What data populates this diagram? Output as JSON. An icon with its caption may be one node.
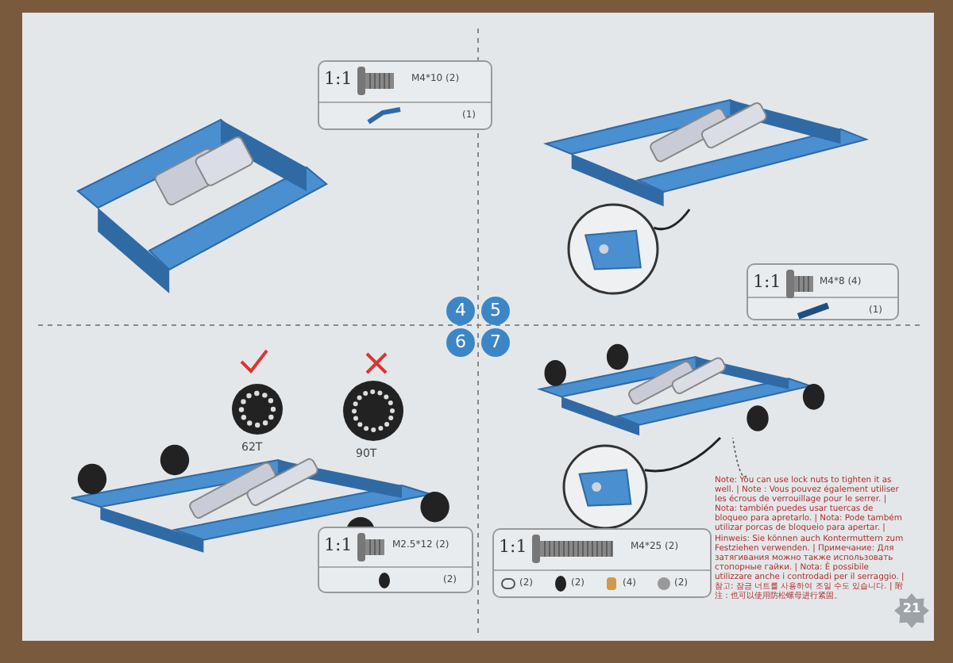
{
  "diagram": {
    "nodes": [
      {
        "text": [
          "1:1",
          "M4*10 (2)",
          "(1)"
        ]
      },
      {
        "text": [],
        "shape": "picture"
      },
      {
        "text": [],
        "shape": "picture"
      },
      {
        "text": [
          "1:1",
          "M4*8 (4)",
          "(1)"
        ]
      },
      {
        "text": [
          "4"
        ]
      },
      {
        "text": [
          "5"
        ]
      },
      {
        "text": [
          "6"
        ]
      },
      {
        "text": [
          "7"
        ]
      },
      {
        "text": [
          "1:1",
          "M2.5*12 (2)",
          "(2)"
        ]
      },
      {
        "text": [],
        "shape": "picture"
      },
      {
        "text": [],
        "shape": "picture"
      },
      {
        "text": [
          "1:1",
          "M4*25 (2)",
          "(2)",
          "(2)",
          "(4)",
          "(2)"
        ]
      },
      {
        "text": [
          "Note: You can use lock nuts to tighten it as well. | Note : Vous pouvez également utiliser les écrous de verrouillage pour le serrer. | Nota: también puedes usar tuercas de bloqueo para apretarlo. | Nota: Pode também utilizar porcas de bloqueio para apertar. | Hinweis: Sie können auch Kontermuttern zum Festziehen verwenden. | Примечание: Для затягивания можно также использовать стопорные гайки. | Nota: È possibile utilizzare anche i controdadi per il serraggio. | 참고: 잠금 너트를 사용하여 조일 수도 있습니다. | 附注：也可以使用防松螺母进行紧固。"
        ]
      },
      {
        "text": [
          "21"
        ]
      }
    ],
    "edges": [
      {
        "from": 2,
        "to": 1,
        "arrow": "none"
      },
      {
        "from": 10,
        "to": 9,
        "arrow": "none"
      },
      {
        "from": 12,
        "to": 9,
        "arrow": "none",
        "style": "dashed"
      }
    ],
    "labels": [
      "62T",
      "90T"
    ]
  }
}
